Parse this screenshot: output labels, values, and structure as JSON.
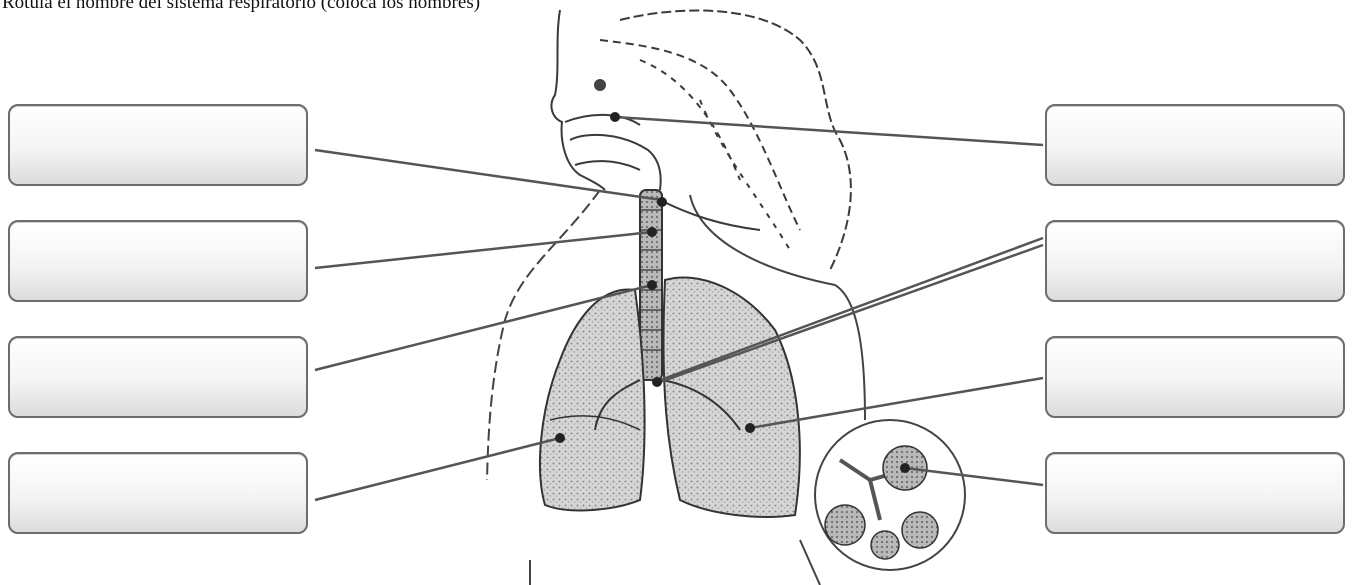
{
  "instruction": "Rotula el nombre del sistema respiratorio (coloca los nombres)",
  "labels_left": [
    "",
    "",
    "",
    ""
  ],
  "labels_right": [
    "",
    "",
    "",
    ""
  ],
  "colors": {
    "line": "#555555",
    "box_border": "#6d6d6d",
    "lung": "#cfcfcf",
    "dot": "#333333"
  },
  "icons": [
    "lung-illustration",
    "head-profile-illustration",
    "alveoli-magnifier"
  ]
}
